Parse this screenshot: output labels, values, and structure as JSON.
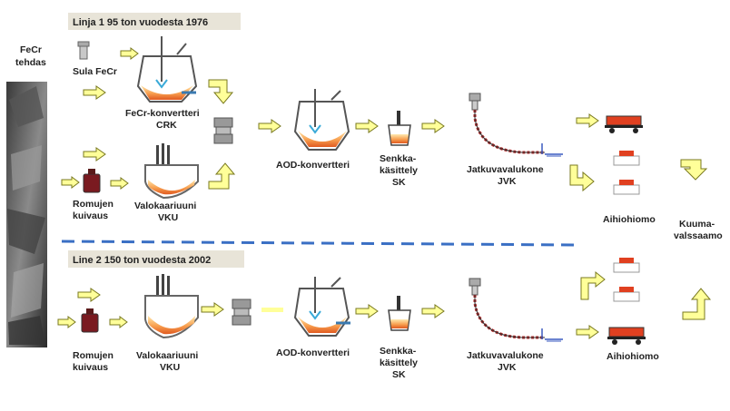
{
  "sidebar": {
    "title_line1": "FeCr",
    "title_line2": "tehdas"
  },
  "line1": {
    "header": "Linja 1   95 ton   vuodesta 1976",
    "sula_fecr": "Sula FeCr",
    "crk_line1": "FeCr-konvertteri",
    "crk_line2": "CRK",
    "romujen_line1": "Romujen",
    "romujen_line2": "kuivaus",
    "vku_line1": "Valokaariuuni",
    "vku_line2": "VKU",
    "aod": "AOD-konvertteri",
    "sk_line1": "Senkka-",
    "sk_line2": "käsittely",
    "sk_line3": "SK",
    "jvk_line1": "Jatkuvavalukone",
    "jvk_line2": "JVK",
    "aihiohiomo": "Aihiohiomo"
  },
  "kuuma": {
    "line1": "Kuuma-",
    "line2": "valssaamo"
  },
  "line2": {
    "header": "Line 2   150 ton   vuodesta 2002",
    "romujen_line1": "Romujen",
    "romujen_line2": "kuivaus",
    "vku_line1": "Valokaariuuni",
    "vku_line2": "VKU",
    "aod": "AOD-konvertteri",
    "sk_line1": "Senkka-",
    "sk_line2": "käsittely",
    "sk_line3": "SK",
    "jvk_line1": "Jatkuvavalukone",
    "jvk_line2": "JVK",
    "aihiohiomo": "Aihiohiomo"
  },
  "colors": {
    "arrow_fill": "#ffff99",
    "arrow_stroke": "#7a7a20",
    "header_bg": "#e8e4d8",
    "divider": "#3a6fc4",
    "melt": "#f07030",
    "caster": "#b02020"
  }
}
